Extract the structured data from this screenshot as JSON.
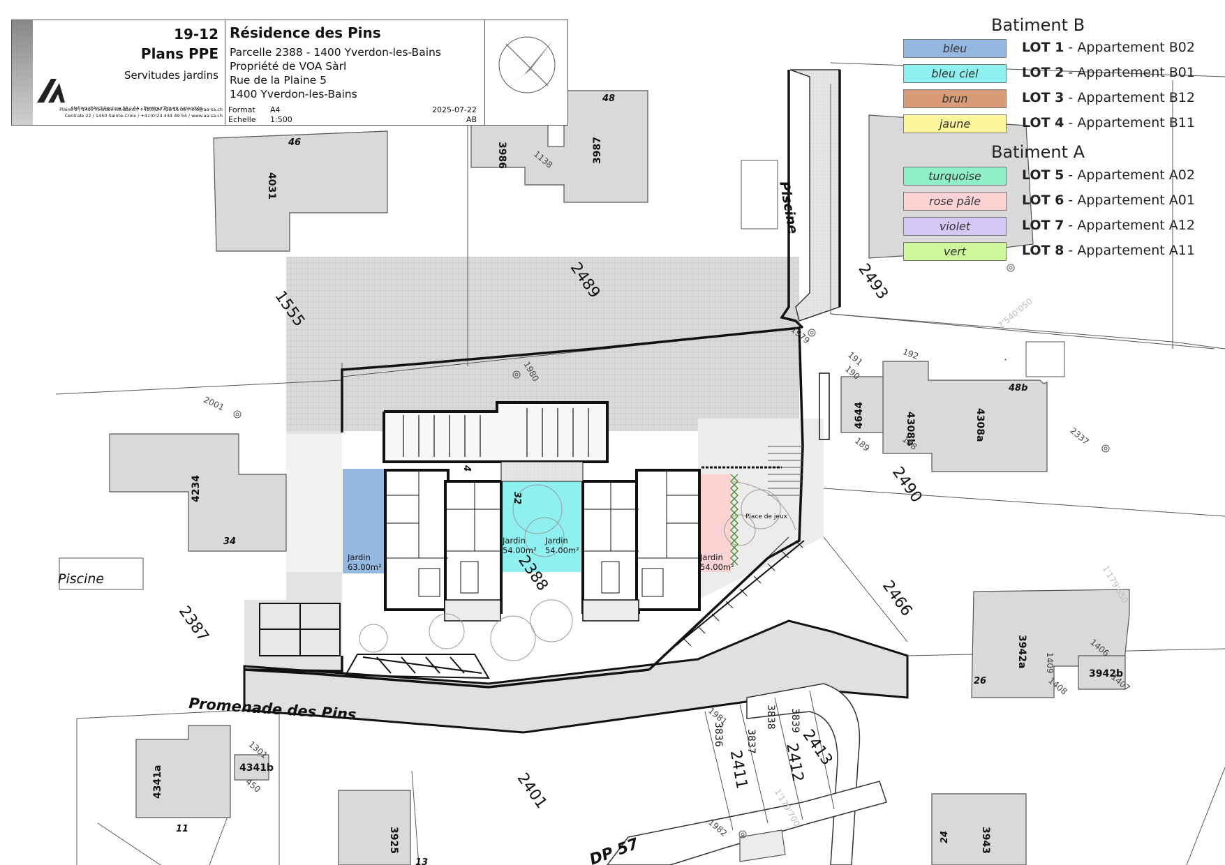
{
  "title_block": {
    "code": "19-12",
    "plan_type": "Plans PPE",
    "subtitle": "Servitudes jardins",
    "firm_name": "Ateliers d'Architecture SA / AA - Pereira+Troyon / associés",
    "firm_address": "Plaine 5 / 1400 Yverdon-les-Bains / +41(0)24 426 16 06 / info@aa-sa.ch\nCentrale 22 / 1450 Sainte-Croix / +41(0)24 434 49 54 / www.aa-sa.ch",
    "project_name": "Résidence des Pins",
    "parcel": "Parcelle 2388 - 1400 Yverdon-les-Bains",
    "owner": "Propriété de VOA Sàrl",
    "street": "Rue de la Plaine 5",
    "city": "1400 Yverdon-les-Bains",
    "format_label": "Format",
    "format_value": "A4",
    "scale_label": "Echelle",
    "scale_value": "1:500",
    "date": "2025-07-22",
    "author": "AB"
  },
  "legend": {
    "batiment_b_title": "Batiment B",
    "batiment_a_title": "Batiment A",
    "lots": [
      {
        "color_name": "bleu",
        "color": "#94b8df",
        "lot": "LOT 1",
        "apartment": " - Appartement B02"
      },
      {
        "color_name": "bleu ciel",
        "color": "#8ff0f0",
        "lot": "LOT 2",
        "apartment": " - Appartement B01"
      },
      {
        "color_name": "brun",
        "color": "#d99a78",
        "lot": "LOT 3",
        "apartment": " - Appartement B12"
      },
      {
        "color_name": "jaune",
        "color": "#fbf79a",
        "lot": "LOT 4",
        "apartment": " - Appartement B11"
      },
      {
        "color_name": "turquoise",
        "color": "#8ff0c8",
        "lot": "LOT 5",
        "apartment": " - Appartement A02"
      },
      {
        "color_name": "rose pâle",
        "color": "#fbd3d3",
        "lot": "LOT 6",
        "apartment": " - Appartement A01"
      },
      {
        "color_name": "violet",
        "color": "#d6c8f5",
        "lot": "LOT 7",
        "apartment": " - Appartement A12"
      },
      {
        "color_name": "vert",
        "color": "#cdf79a",
        "lot": "LOT 8",
        "apartment": " - Appartement A11"
      }
    ]
  },
  "map": {
    "parcel_numbers": [
      "2489",
      "1555",
      "2493",
      "2490",
      "2387",
      "2466",
      "2401",
      "2388",
      "2411",
      "2412",
      "2413"
    ],
    "building_numbers": [
      "4031",
      "3986",
      "3987",
      "4234",
      "4644",
      "4308b",
      "4308a",
      "3942a",
      "3942b",
      "4341a",
      "4341b",
      "3925",
      "3943",
      "3836",
      "3837",
      "3838",
      "3839"
    ],
    "house_numbers": [
      "46",
      "48",
      "34",
      "48b",
      "26",
      "11",
      "24",
      "13",
      "32",
      "4"
    ],
    "street_promenade": "Promenade des Pins",
    "street_dp": "DP 57",
    "piscine_left": "Piscine",
    "piscine_top": "Piscine",
    "place_de_jeux": "Place de jeux",
    "gardens": [
      {
        "label": "Jardin",
        "area": "63.00m²"
      },
      {
        "label": "Jardin",
        "area": "54.00m²"
      },
      {
        "label": "Jardin",
        "area": "54.00m²"
      },
      {
        "label": "Jardin",
        "area": "54.00m²"
      }
    ],
    "spot_numbers": [
      "2001",
      "1980",
      "1979",
      "191",
      "190",
      "192",
      "189",
      "188",
      "2337",
      "1138",
      "1301",
      "1981",
      "1982",
      "1409",
      "1408",
      "1407",
      "1406",
      "450",
      "2'540'050",
      "1'179'650",
      "1'179'700"
    ]
  }
}
